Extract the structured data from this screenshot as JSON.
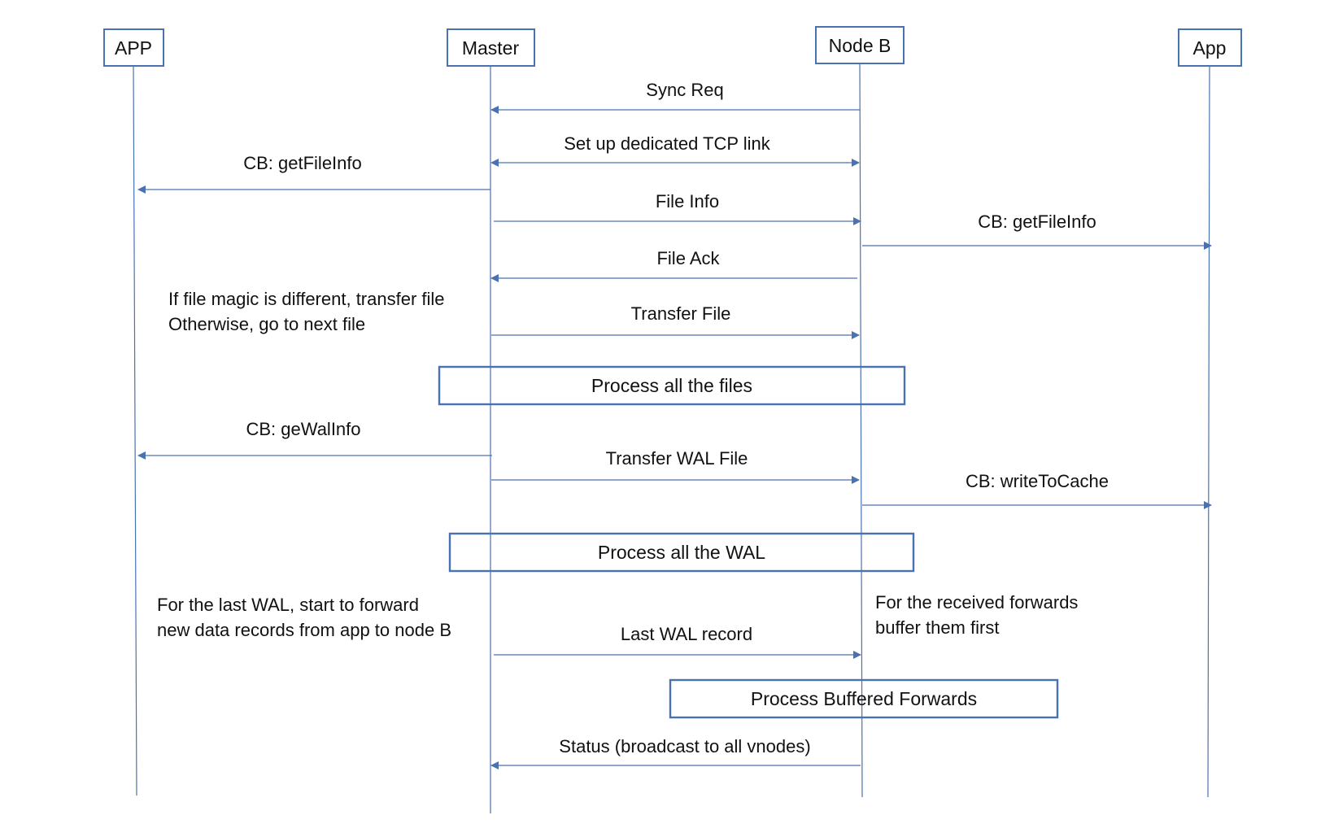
{
  "colors": {
    "line": "#4a72b0",
    "text": "#111111",
    "background": "#ffffff"
  },
  "actors": [
    {
      "id": "app-left",
      "label": "APP"
    },
    {
      "id": "master",
      "label": "Master"
    },
    {
      "id": "node-b",
      "label": "Node B"
    },
    {
      "id": "app-right",
      "label": "App"
    }
  ],
  "messages": [
    {
      "id": "sync-req",
      "label": "Sync Req",
      "from": "node-b",
      "to": "master"
    },
    {
      "id": "tcp-link",
      "label": "Set up dedicated TCP link",
      "from": "master",
      "to": "node-b",
      "bidirectional": true
    },
    {
      "id": "cb-getfileinfo-left",
      "label": "CB: getFileInfo",
      "from": "master",
      "to": "app-left"
    },
    {
      "id": "file-info",
      "label": "File Info",
      "from": "master",
      "to": "node-b"
    },
    {
      "id": "cb-getfileinfo-right",
      "label": "CB: getFileInfo",
      "from": "node-b",
      "to": "app-right"
    },
    {
      "id": "file-ack",
      "label": "File Ack",
      "from": "node-b",
      "to": "master"
    },
    {
      "id": "transfer-file",
      "label": "Transfer File",
      "from": "master",
      "to": "node-b"
    },
    {
      "id": "cb-gewalinfo",
      "label": "CB: geWalInfo",
      "from": "master",
      "to": "app-left"
    },
    {
      "id": "transfer-wal-file",
      "label": "Transfer WAL File",
      "from": "master",
      "to": "node-b"
    },
    {
      "id": "cb-writetocache",
      "label": "CB: writeToCache",
      "from": "node-b",
      "to": "app-right"
    },
    {
      "id": "last-wal-record",
      "label": "Last WAL record",
      "from": "master",
      "to": "node-b"
    },
    {
      "id": "status-broadcast",
      "label": "Status (broadcast to all vnodes)",
      "from": "node-b",
      "to": "master"
    }
  ],
  "process_boxes": [
    {
      "id": "process-all-files",
      "label": "Process all the files"
    },
    {
      "id": "process-all-wal",
      "label": "Process all the WAL"
    },
    {
      "id": "process-buffered-forwards",
      "label": "Process Buffered Forwards"
    }
  ],
  "notes": [
    {
      "id": "file-magic-note",
      "lines": [
        "If file magic is different, transfer file",
        "Otherwise, go to next file"
      ]
    },
    {
      "id": "last-wal-note",
      "lines": [
        "For the last WAL, start to forward",
        "new data records from app to node B"
      ]
    },
    {
      "id": "received-forwards-note",
      "lines": [
        "For the received forwards",
        "buffer them first"
      ]
    }
  ]
}
